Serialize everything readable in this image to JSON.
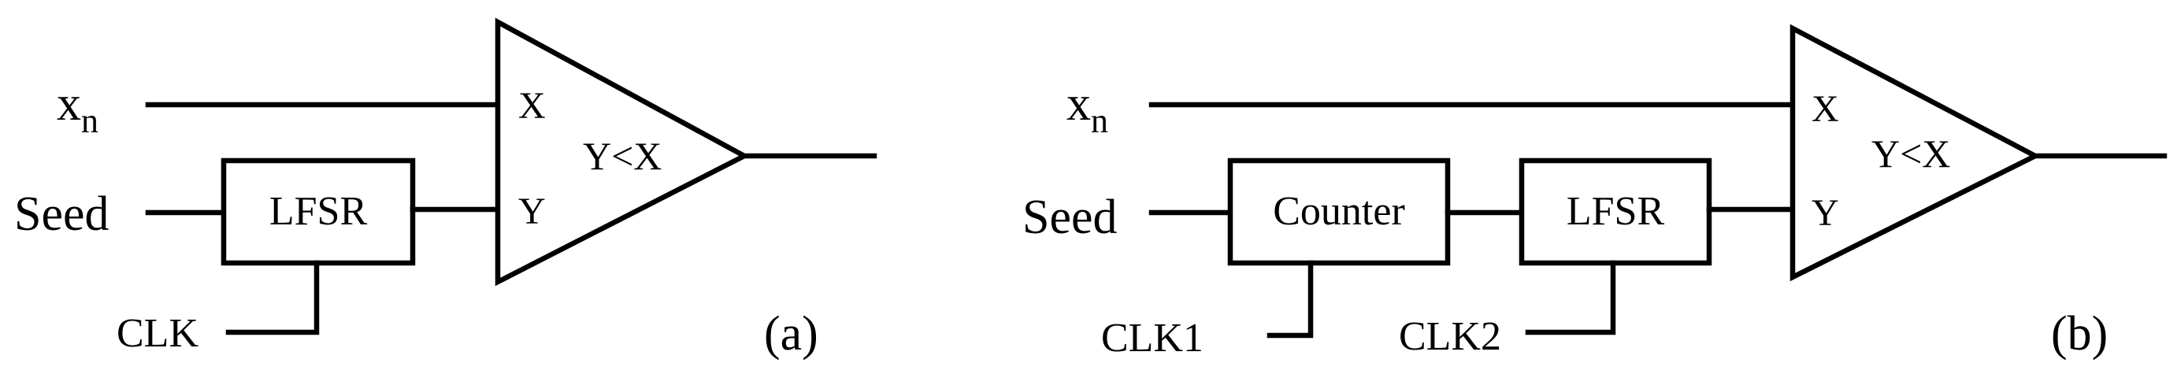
{
  "panel_a": {
    "input_x": "x",
    "input_x_sub": "n",
    "seed_label": "Seed",
    "lfsr_label": "LFSR",
    "clk_label": "CLK",
    "port_x": "X",
    "port_y": "Y",
    "comparator_label": "Y<X",
    "caption": "(a)"
  },
  "panel_b": {
    "input_x": "x",
    "input_x_sub": "n",
    "seed_label": "Seed",
    "counter_label": "Counter",
    "lfsr_label": "LFSR",
    "clk1_label": "CLK1",
    "clk2_label": "CLK2",
    "port_x": "X",
    "port_y": "Y",
    "comparator_label": "Y<X",
    "caption": "(b)"
  }
}
